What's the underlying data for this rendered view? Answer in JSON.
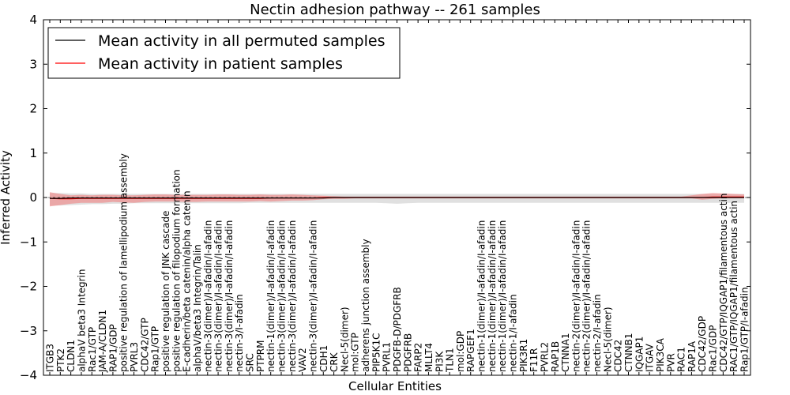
{
  "chart_data": {
    "type": "line",
    "title": "Nectin adhesion pathway -- 261 samples",
    "xlabel": "Cellular Entities",
    "ylabel": "Inferred Activity",
    "ylim": [
      -4,
      4
    ],
    "yticks": [
      4,
      3,
      2,
      1,
      0,
      -1,
      -2,
      -3,
      -4
    ],
    "ytick_labels": [
      "4",
      "3",
      "2",
      "1",
      "0",
      "−1",
      "−2",
      "−3",
      "−4"
    ],
    "grid": false,
    "legend_position": "top-left",
    "categories": [
      "ITGB3",
      "PTK2",
      "CLDN1",
      "alphaV beta3 Integrin",
      "Rac1/GTP",
      "JAM-A/CLDN1",
      "RAP1/GDP",
      "positive regulation of lamellipodium assembly",
      "PVRL3",
      "CDC42/GTP",
      "Rap1/GTP",
      "positive regulation of JNK cascade",
      "positive regulation of filopodium formation",
      "E-cadherin/beta catenin/alpha catenin",
      "alphaV/beta3 Integrin/Talin",
      "nectin-3(dimer)/I-afadin/I-afadin",
      "nectin-3(dimer)/I-afadin/I-afadin",
      "nectin-3(dimer)/I-afadin/I-afadin",
      "nectin-3/I-afadin",
      "SRC",
      "PTPRM",
      "nectin-1(dimer)/I-afadin/I-afadin",
      "nectin-3(dimer)/I-afadin/I-afadin",
      "nectin-3(dimer)/I-afadin/I-afadin",
      "VAV2",
      "nectin-3(dimer)/I-afadin/I-afadin",
      "CDH1",
      "CRK",
      "Necl-5(dimer)",
      "mol:GTP",
      "adherens junction assembly",
      "PIP5K1C",
      "PVRL1",
      "PDGFB-D/PDGFRB",
      "PDGFRB",
      "FARP2",
      "MLLT4",
      "PI3K",
      "TLN1",
      "mol:GDP",
      "RAPGEF1",
      "nectin-1(dimer)/I-afadin/I-afadin",
      "nectin-1(dimer)/I-afadin/I-afadin",
      "nectin-1(dimer)/I-afadin/I-afadin",
      "nectin-1/I-afadin",
      "PIK3R1",
      "F11R",
      "PVRL2",
      "RAP1B",
      "CTNNA1",
      "nectin-2(dimer)/I-afadin/I-afadin",
      "nectin-2(dimer)/I-afadin/I-afadin",
      "nectin-2/I-afadin",
      "Necl-5(dimer)",
      "CDC42",
      "CTNNB1",
      "IQGAP1",
      "ITGAV",
      "PIK3CA",
      "PVR",
      "RAC1",
      "RAP1A",
      "CDC42/GDP",
      "Rac1/GDP",
      "CDC42/GTP/IQGAP1/filamentous actin",
      "RAC1/GTP/IQGAP1/filamentous actin",
      "Rap1/GTP/I-afadin"
    ],
    "series": [
      {
        "name": "Mean activity in all permuted samples",
        "color": "#000000",
        "values": [
          -0.02,
          -0.02,
          -0.01,
          -0.01,
          -0.01,
          -0.01,
          -0.01,
          -0.01,
          -0.01,
          -0.01,
          -0.01,
          -0.01,
          -0.01,
          -0.01,
          -0.01,
          -0.01,
          -0.01,
          -0.01,
          -0.01,
          -0.01,
          -0.01,
          -0.01,
          -0.01,
          -0.01,
          -0.01,
          -0.01,
          -0.01,
          0.0,
          0.0,
          0.0,
          0.0,
          0.0,
          0.0,
          0.0,
          0.0,
          0.0,
          0.0,
          0.0,
          0.0,
          0.0,
          0.0,
          0.0,
          0.0,
          0.0,
          0.0,
          0.0,
          0.0,
          0.0,
          0.0,
          0.0,
          0.0,
          0.0,
          0.0,
          0.0,
          0.0,
          0.0,
          0.0,
          0.0,
          0.0,
          0.0,
          0.0,
          0.0,
          0.0,
          0.0,
          0.0,
          0.0,
          0.0
        ],
        "band_lower": [
          -0.18,
          -0.18,
          -0.17,
          -0.16,
          -0.15,
          -0.15,
          -0.14,
          -0.14,
          -0.13,
          -0.13,
          -0.13,
          -0.13,
          -0.13,
          -0.13,
          -0.13,
          -0.13,
          -0.13,
          -0.13,
          -0.13,
          -0.12,
          -0.12,
          -0.12,
          -0.12,
          -0.12,
          -0.12,
          -0.12,
          -0.12,
          -0.12,
          -0.12,
          -0.12,
          -0.12,
          -0.12,
          -0.13,
          -0.14,
          -0.13,
          -0.12,
          -0.12,
          -0.12,
          -0.12,
          -0.12,
          -0.12,
          -0.12,
          -0.12,
          -0.12,
          -0.12,
          -0.12,
          -0.12,
          -0.12,
          -0.12,
          -0.12,
          -0.12,
          -0.12,
          -0.12,
          -0.12,
          -0.12,
          -0.12,
          -0.12,
          -0.12,
          -0.12,
          -0.12,
          -0.12,
          -0.12,
          -0.12,
          -0.12,
          -0.12,
          -0.12,
          -0.12
        ],
        "band_upper": [
          0.1,
          0.1,
          0.09,
          0.09,
          0.08,
          0.08,
          0.08,
          0.08,
          0.08,
          0.08,
          0.08,
          0.08,
          0.08,
          0.08,
          0.08,
          0.08,
          0.08,
          0.08,
          0.08,
          0.08,
          0.08,
          0.08,
          0.08,
          0.08,
          0.08,
          0.08,
          0.08,
          0.08,
          0.08,
          0.08,
          0.08,
          0.08,
          0.08,
          0.08,
          0.08,
          0.08,
          0.08,
          0.08,
          0.08,
          0.08,
          0.08,
          0.08,
          0.08,
          0.08,
          0.08,
          0.08,
          0.08,
          0.08,
          0.08,
          0.08,
          0.08,
          0.08,
          0.08,
          0.08,
          0.08,
          0.08,
          0.08,
          0.08,
          0.08,
          0.08,
          0.08,
          0.08,
          0.08,
          0.08,
          0.08,
          0.08,
          0.08
        ]
      },
      {
        "name": "Mean activity in patient samples",
        "color": "#ff0000",
        "values": [
          -0.02,
          -0.03,
          -0.03,
          -0.02,
          -0.02,
          -0.02,
          -0.02,
          -0.02,
          -0.02,
          -0.02,
          -0.02,
          -0.02,
          -0.02,
          -0.02,
          -0.02,
          -0.02,
          -0.02,
          -0.02,
          -0.02,
          -0.02,
          -0.02,
          -0.01,
          -0.01,
          -0.01,
          -0.01,
          -0.01,
          0.0,
          0.0,
          0.0,
          0.0,
          0.0,
          0.0,
          0.0,
          0.0,
          0.0,
          0.0,
          0.0,
          0.0,
          0.0,
          0.0,
          0.0,
          0.0,
          0.0,
          0.0,
          0.0,
          0.0,
          0.0,
          0.0,
          0.0,
          0.0,
          0.0,
          0.0,
          0.0,
          0.0,
          0.0,
          0.0,
          0.0,
          0.0,
          0.0,
          0.0,
          0.0,
          0.0,
          0.0,
          0.01,
          0.01,
          0.01,
          0.01
        ],
        "band_lower": [
          -0.2,
          -0.17,
          -0.14,
          -0.12,
          -0.12,
          -0.12,
          -0.1,
          -0.11,
          -0.12,
          -0.1,
          -0.09,
          -0.09,
          -0.09,
          -0.1,
          -0.1,
          -0.09,
          -0.09,
          -0.09,
          -0.09,
          -0.09,
          -0.08,
          -0.09,
          -0.08,
          -0.07,
          -0.07,
          -0.06,
          -0.04,
          -0.03,
          -0.03,
          -0.02,
          -0.02,
          -0.02,
          -0.02,
          -0.02,
          -0.02,
          -0.02,
          -0.02,
          -0.02,
          -0.02,
          -0.02,
          -0.02,
          -0.02,
          -0.02,
          -0.02,
          -0.02,
          -0.02,
          -0.02,
          -0.02,
          -0.02,
          -0.02,
          -0.02,
          -0.02,
          -0.02,
          -0.02,
          -0.02,
          -0.02,
          -0.02,
          -0.02,
          -0.02,
          -0.02,
          -0.02,
          -0.02,
          -0.05,
          -0.03,
          -0.02,
          -0.02,
          -0.02
        ],
        "band_upper": [
          0.12,
          0.08,
          0.05,
          0.06,
          0.05,
          0.06,
          0.06,
          0.05,
          0.05,
          0.06,
          0.07,
          0.07,
          0.06,
          0.06,
          0.06,
          0.06,
          0.07,
          0.07,
          0.06,
          0.06,
          0.07,
          0.06,
          0.06,
          0.07,
          0.06,
          0.05,
          0.04,
          0.03,
          0.02,
          0.02,
          0.02,
          0.02,
          0.02,
          0.02,
          0.02,
          0.02,
          0.02,
          0.02,
          0.02,
          0.02,
          0.02,
          0.02,
          0.02,
          0.02,
          0.02,
          0.02,
          0.02,
          0.02,
          0.02,
          0.02,
          0.02,
          0.02,
          0.02,
          0.02,
          0.02,
          0.02,
          0.02,
          0.02,
          0.02,
          0.02,
          0.02,
          0.05,
          0.08,
          0.1,
          0.09,
          0.08,
          0.07
        ]
      }
    ]
  }
}
